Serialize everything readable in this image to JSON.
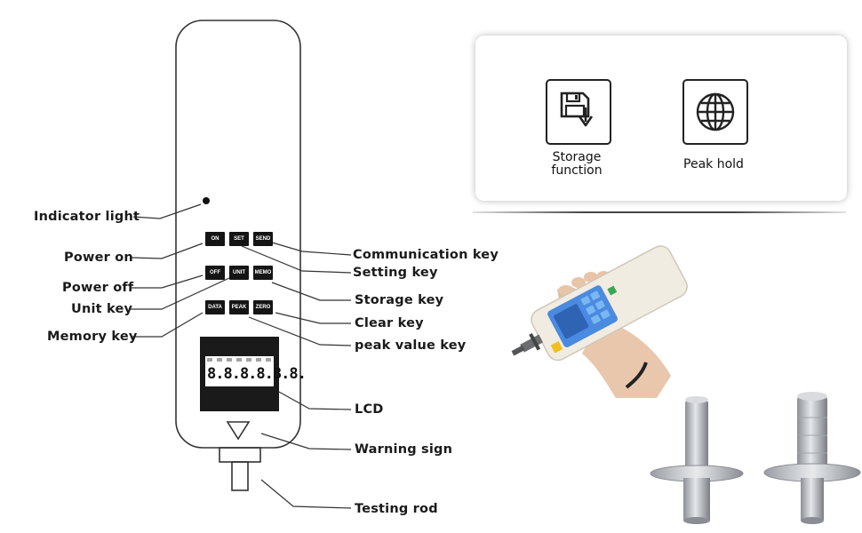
{
  "device": {
    "keys": {
      "on": "ON",
      "set": "SET",
      "send": "SEND",
      "off": "OFF",
      "unit": "UNIT",
      "memo": "MEMO",
      "data": "DATA",
      "peak": "PEAK",
      "zero": "ZERO"
    },
    "lcd_digits": "8.8.8.8.8.8."
  },
  "callouts": {
    "left": {
      "indicator_light": "Indicator light",
      "power_on": "Power on",
      "power_off": "Power off",
      "unit_key": "Unit key",
      "memory_key": "Memory key"
    },
    "right": {
      "communication_key": "Communication key",
      "setting_key": "Setting key",
      "storage_key": "Storage key",
      "clear_key": "Clear key",
      "peak_value_key": "peak value key",
      "lcd": "LCD",
      "warning_sign": "Warning sign",
      "testing_rod": "Testing rod"
    }
  },
  "features": [
    {
      "label_line1": "Storage",
      "label_line2": "function",
      "icon": "floppy-download-icon"
    },
    {
      "label_line1": "Peak hold",
      "label_line2": "",
      "icon": "globe-icon"
    }
  ],
  "colors": {
    "line": "#333333",
    "key_fill": "#151515",
    "lcd_fill": "#1a1a1a",
    "device_photo_body": "#f1ece1",
    "device_photo_screen": "#3f7fd8",
    "metal": "#b9bcc0"
  }
}
